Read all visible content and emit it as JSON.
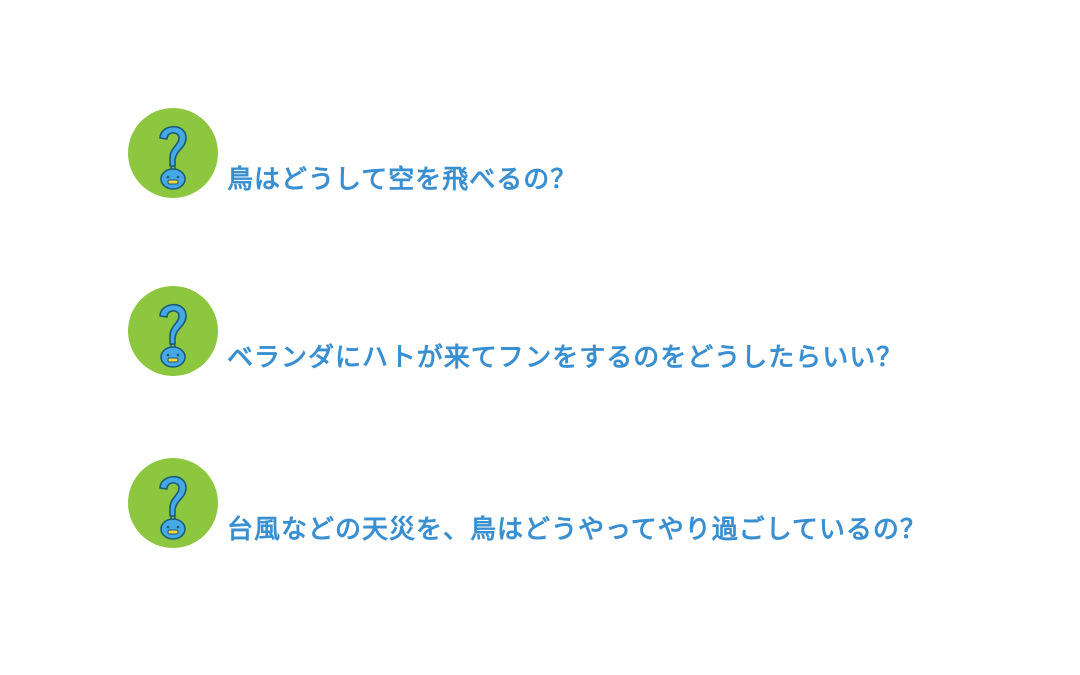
{
  "colors": {
    "badge_green": "#8dc63f",
    "question_mark_blue": "#45a9e6",
    "text_blue": "#3a8fd0",
    "outline": "#1d5a7a"
  },
  "faq": {
    "items": [
      {
        "icon": "question-bird-icon",
        "question": "鳥はどうして空を飛べるの？"
      },
      {
        "icon": "question-bird-icon",
        "question": "ベランダにハトが来てフンをするのをどうしたらいい？"
      },
      {
        "icon": "question-bird-icon",
        "question": "台風などの天災を、鳥はどうやってやり過ごしているの？"
      }
    ]
  }
}
